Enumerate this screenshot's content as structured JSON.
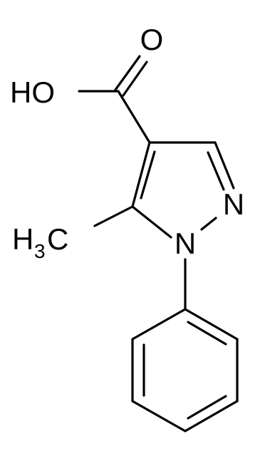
{
  "molecule": {
    "labels": {
      "carbonyl_oxygen": "O",
      "hydroxyl": "HO",
      "ring_nitrogen_2": "N",
      "ring_nitrogen_1": "N",
      "methyl_h": "H",
      "methyl_subscript": "3",
      "methyl_c": "C"
    },
    "colors": {
      "ink": "#000000",
      "background": "#ffffff"
    }
  }
}
